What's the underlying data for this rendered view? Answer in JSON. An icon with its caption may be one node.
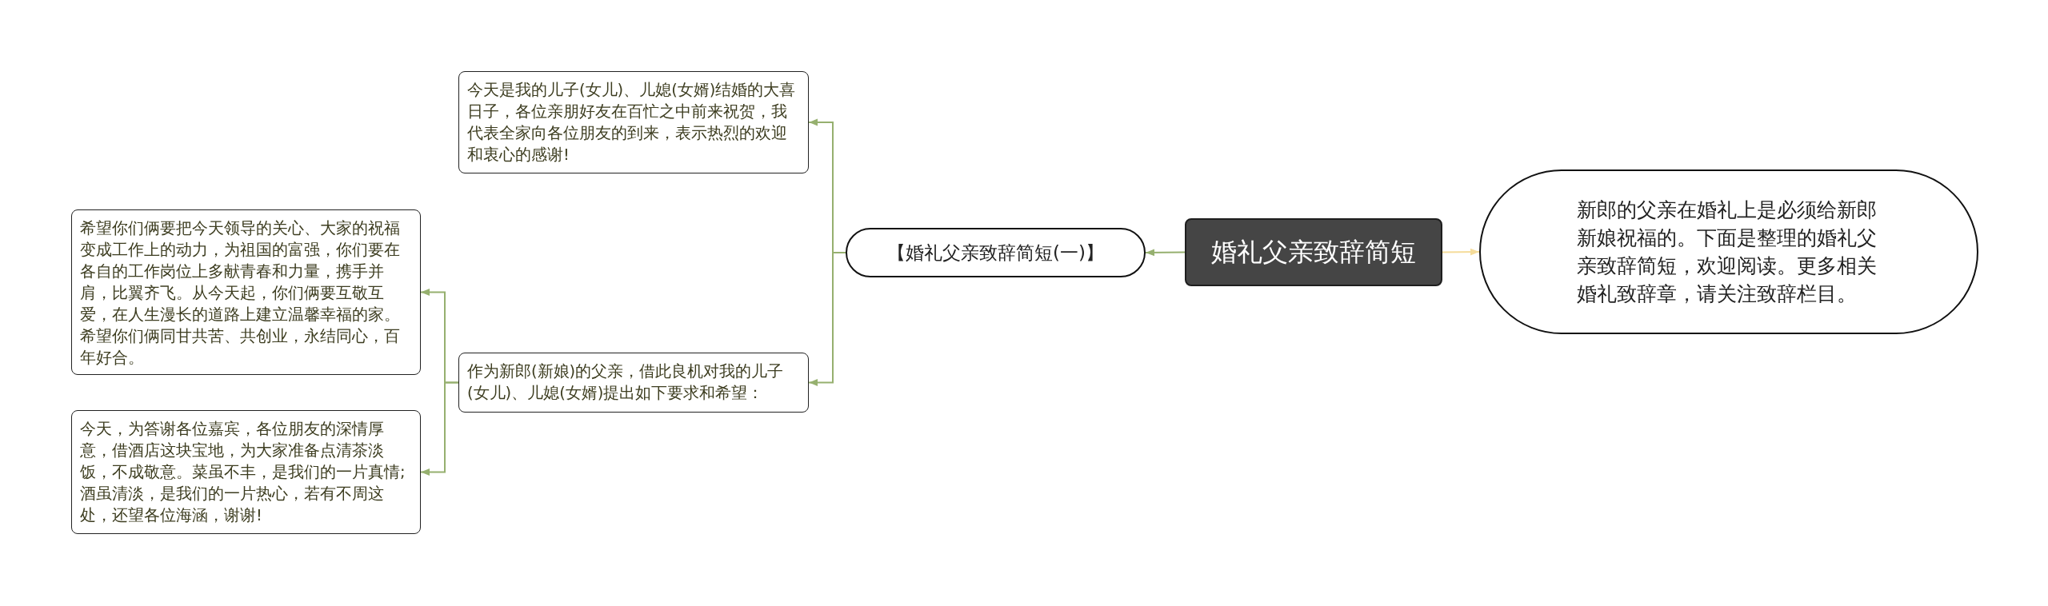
{
  "diagram": {
    "nodes": [
      {
        "text": [
          "婚礼父亲致辞简短"
        ]
      },
      {
        "text": [
          "新郎的父亲在婚礼上是必须给新郎新娘祝福的。下面是整理的婚礼父亲致辞简短，欢迎阅读。更多相关婚礼致辞章，请关注致辞栏目。"
        ]
      },
      {
        "text": [
          "【婚礼父亲致辞简短(一)】"
        ]
      },
      {
        "text": [
          "今天是我的儿子(女儿)、儿媳(女婿)结婚的大喜日子，各位亲朋好友在百忙之中前来祝贺，我代表全家向各位朋友的到来，表示热烈的欢迎和衷心的感谢!"
        ]
      },
      {
        "text": [
          "作为新郎(新娘)的父亲，借此良机对我的儿子(女儿)、儿媳(女婿)提出如下要求和希望："
        ]
      },
      {
        "text": [
          "希望你们俩要把今天领导的关心、大家的祝福变成工作上的动力，为祖国的富强，你们要在各自的工作岗位上多献青春和力量，携手并肩，比翼齐飞。从今天起，你们俩要互敬互爱，在人生漫长的道路上建立温馨幸福的家。希望你们俩同甘共苦、共创业，永结同心，百年好合。"
        ]
      },
      {
        "text": [
          "今天，为答谢各位嘉宾，各位朋友的深情厚意，借酒店这块宝地，为大家准备点清茶淡饭，不成敬意。菜虽不丰，是我们的一片真情;酒虽清淡，是我们的一片热心，若有不周这处，还望各位海涵，谢谢!"
        ]
      }
    ],
    "edges": [
      {
        "from": 0,
        "to": 2,
        "arrow": "to"
      },
      {
        "from": 0,
        "to": 1,
        "arrow": "to",
        "color": "#f5dc9a"
      },
      {
        "from": 2,
        "to": 3,
        "arrow": "to"
      },
      {
        "from": 2,
        "to": 4,
        "arrow": "to"
      },
      {
        "from": 4,
        "to": 5,
        "arrow": "to"
      },
      {
        "from": 4,
        "to": 6,
        "arrow": "to"
      }
    ]
  }
}
